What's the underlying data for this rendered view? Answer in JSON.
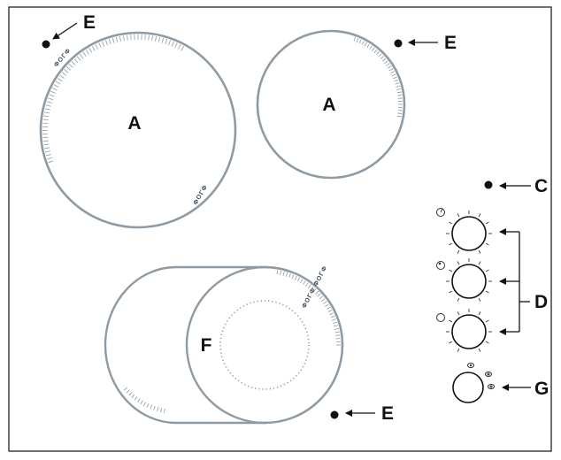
{
  "colors": {
    "outline": "#222222",
    "ring": "#8f9aa3",
    "ring_dark": "#6d7882",
    "ticks": "#8f9aa3",
    "dot": "#111111",
    "marking": "#3a4a5a"
  },
  "zones": {
    "large_left": {
      "label": "A"
    },
    "round_right": {
      "label": "A"
    },
    "extended": {
      "label": "F"
    }
  },
  "callouts": {
    "e_top_left": "E",
    "e_top_right": "E",
    "c": "C",
    "d": "D",
    "g": "G",
    "e_bottom": "E"
  },
  "markings": {
    "left_zone_top": "ΦΟΓΦ",
    "left_zone_bottom": "ΦΟΓΦ",
    "extended_zone": "ΦΟΓΦ ΦΟΓΦ"
  },
  "controls": {
    "knobs": [
      {
        "icon": "single-ring-icon"
      },
      {
        "icon": "double-ring-icon"
      },
      {
        "icon": "single-ring-icon"
      }
    ],
    "selector": {
      "icon": "extended-zone-icon"
    }
  }
}
